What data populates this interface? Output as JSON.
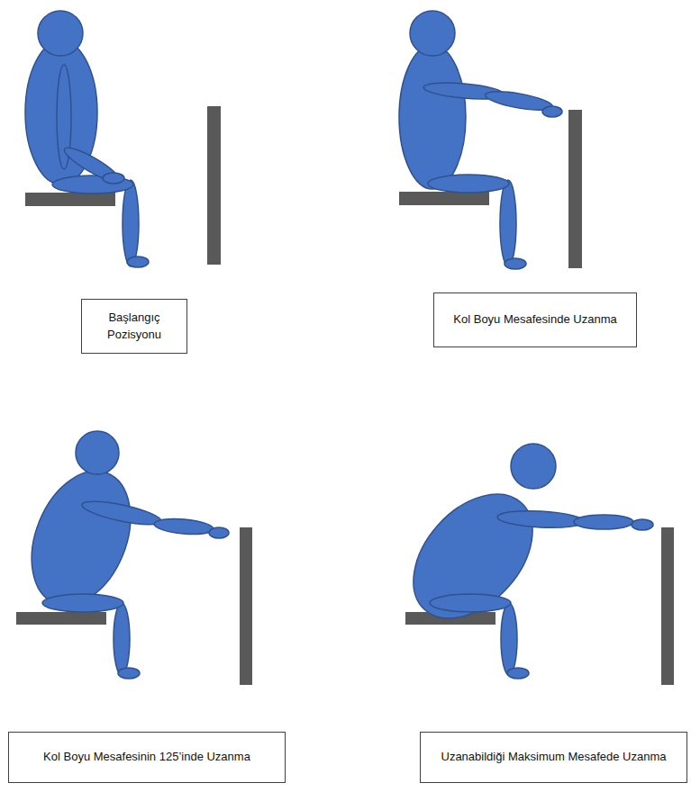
{
  "diagram": {
    "nodes": [
      {
        "text": [
          "Başlangıç Pozisyonu"
        ]
      },
      {
        "text": [
          "Kol Boyu Mesafesinde Uzanma"
        ]
      },
      {
        "text": [
          "Kol Boyu Mesafesinin 125’inde Uzanma"
        ]
      },
      {
        "text": [
          "Uzanabildiği Maksimum Mesafede Uzanma"
        ]
      }
    ]
  }
}
